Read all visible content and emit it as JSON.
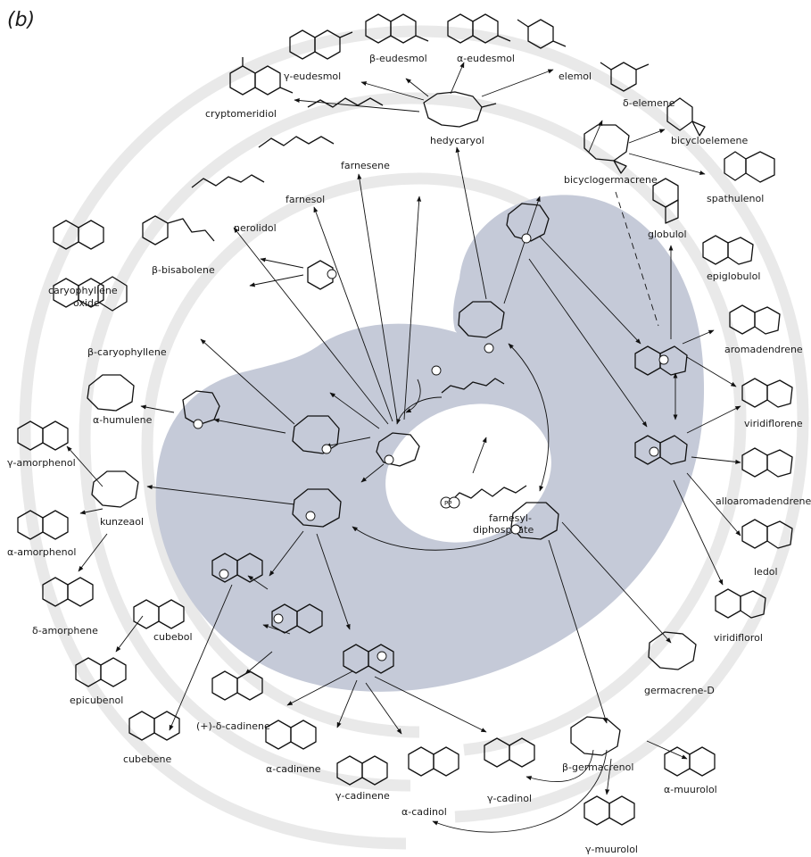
{
  "panel_label": "(b)",
  "center_substrate": [
    "farnesyl-",
    "diphosphate"
  ],
  "pp_symbol": "PP",
  "compounds": {
    "cryptomeridiol": "cryptomeridiol",
    "g_eudesmol": "γ-eudesmol",
    "b_eudesmol": "β-eudesmol",
    "a_eudesmol": "α-eudesmol",
    "elemol": "elemol",
    "hedycaryol": "hedycaryol",
    "d_elemene": "δ-elemene",
    "bicycloelemene": "bicycloelemene",
    "bicyclogermacrene": "bicyclogermacrene",
    "spathulenol": "spathulenol",
    "globulol": "globulol",
    "epiglobulol": "epiglobulol",
    "aromadendrene": "aromadendrene",
    "viridiflorene": "viridiflorene",
    "alloaromadendrene": "alloaromadendrene",
    "ledol": "ledol",
    "viridiflorol": "viridiflorol",
    "germacrene_d": "germacrene-D",
    "b_germacrenol": "β-germacrenol",
    "a_muurolol": "α-muurolol",
    "g_muurolol": "γ-muurolol",
    "g_cadinol": "γ-cadinol",
    "a_cadinol": "α-cadinol",
    "g_cadinene": "γ-cadinene",
    "a_cadinene": "α-cadinene",
    "d_cadinene": "(+)-δ-cadinene",
    "cubebene": "cubebene",
    "epicubenol": "epicubenol",
    "cubebol": "cubebol",
    "d_amorphene": "δ-amorphene",
    "a_amorphenol": "α-amorphenol",
    "kunzeaol": "kunzeaol",
    "g_amorphenol": "γ-amorphenol",
    "a_humulene": "α-humulene",
    "b_caryophyllene": "β-caryophyllene",
    "caryophyllene_oxide": [
      "caryophyllene",
      "oxide"
    ],
    "b_bisabolene": "β-bisabolene",
    "nerolidol": "nerolidol",
    "farnesol": "farnesol",
    "farnesene": "farnesene"
  },
  "colors": {
    "shading": "#c5cad8",
    "spiral": "#e9e9e9",
    "ink": "#111111"
  }
}
